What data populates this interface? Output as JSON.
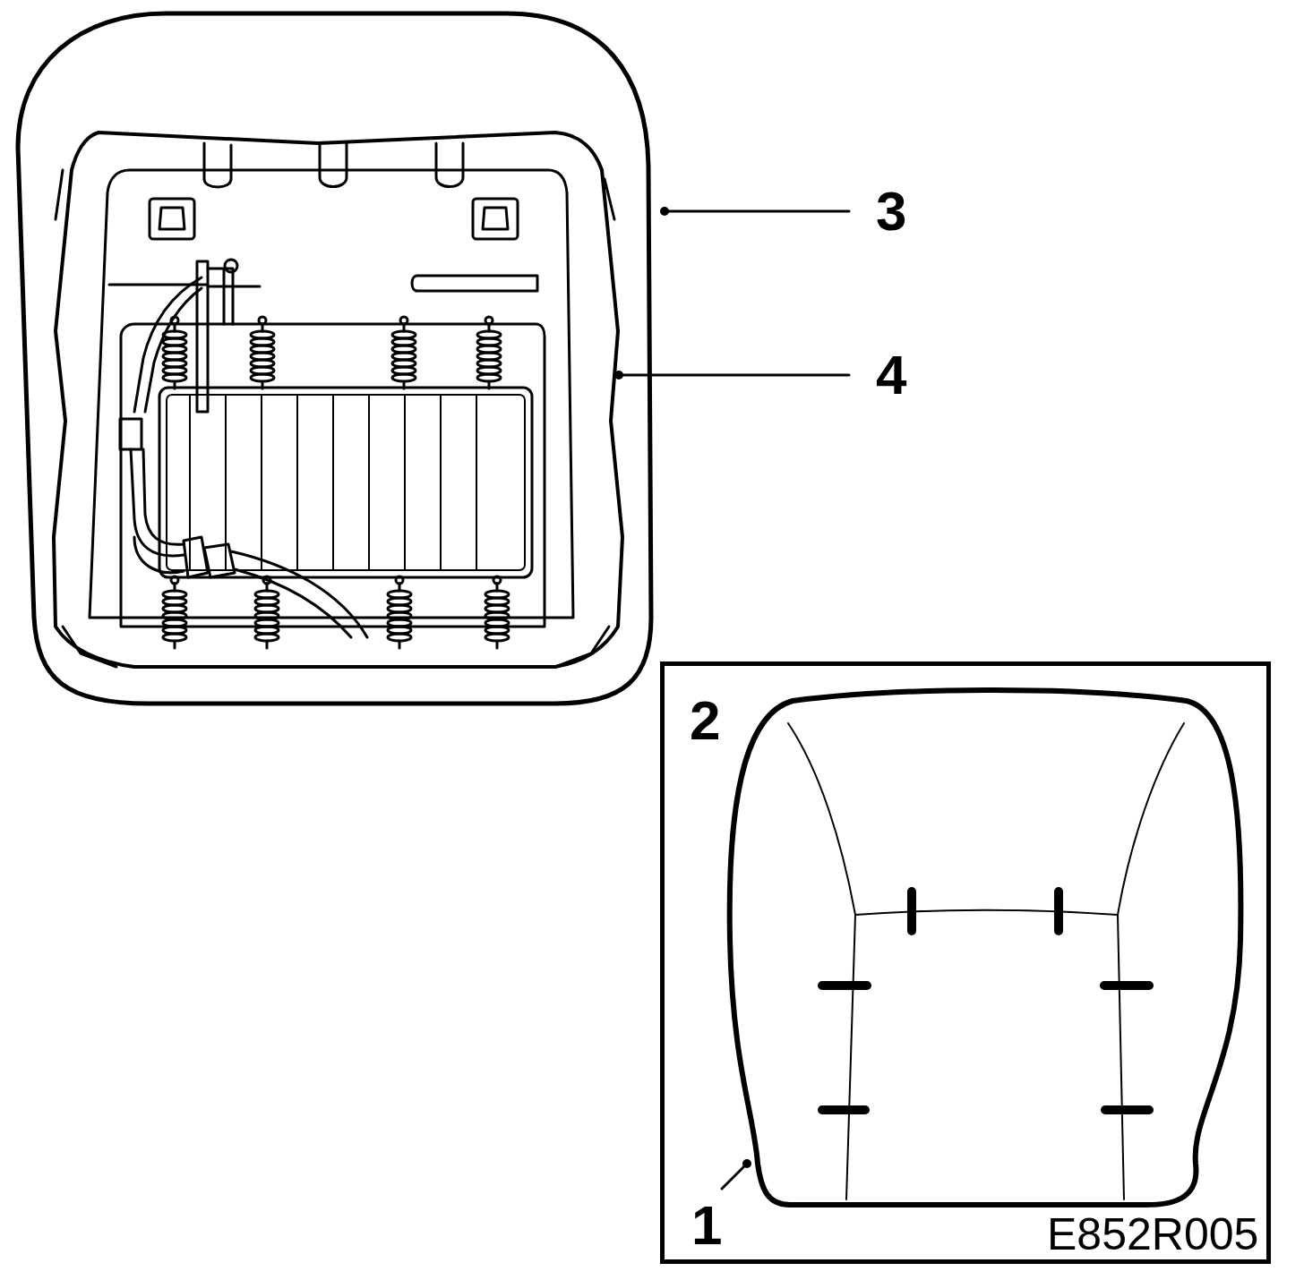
{
  "diagram": {
    "nodes": [
      {
        "text": [
          "2",
          "1",
          "E852R005"
        ]
      }
    ],
    "labels": [
      "3",
      "4"
    ]
  }
}
